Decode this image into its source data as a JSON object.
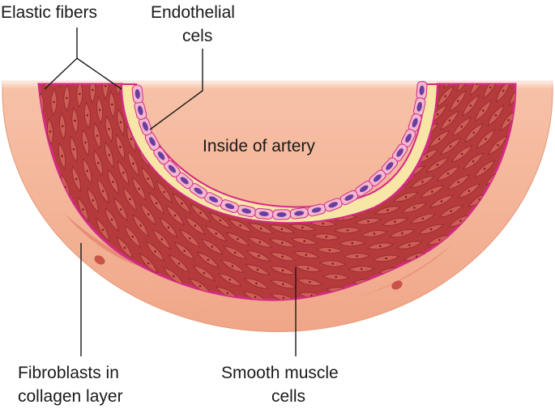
{
  "labels": {
    "elastic_fibers": "Elastic fibers",
    "endothelial_line1": "Endothelial",
    "endothelial_line2": "cels",
    "lumen": "Inside of artery",
    "fibroblasts_line1": "Fibroblasts in",
    "fibroblasts_line2": "collagen layer",
    "smooth_muscle_line1": "Smooth muscle",
    "smooth_muscle_line2": "cells"
  },
  "colors": {
    "adventitia": "#f3ad8f",
    "adventitia_light": "#f8cdb6",
    "adventitia_shadow": "#e6937a",
    "fibroblast": "#e07c6c",
    "elastic_border": "#d42b86",
    "elastic_layer": "#f8e6a6",
    "media": "#b9393c",
    "muscle_cell": "#cf5d55",
    "muscle_cell_edge": "#8e2a2d",
    "endothelial_cell": "#f3b6cf",
    "endothelial_nucleus": "#6a3ea0"
  }
}
